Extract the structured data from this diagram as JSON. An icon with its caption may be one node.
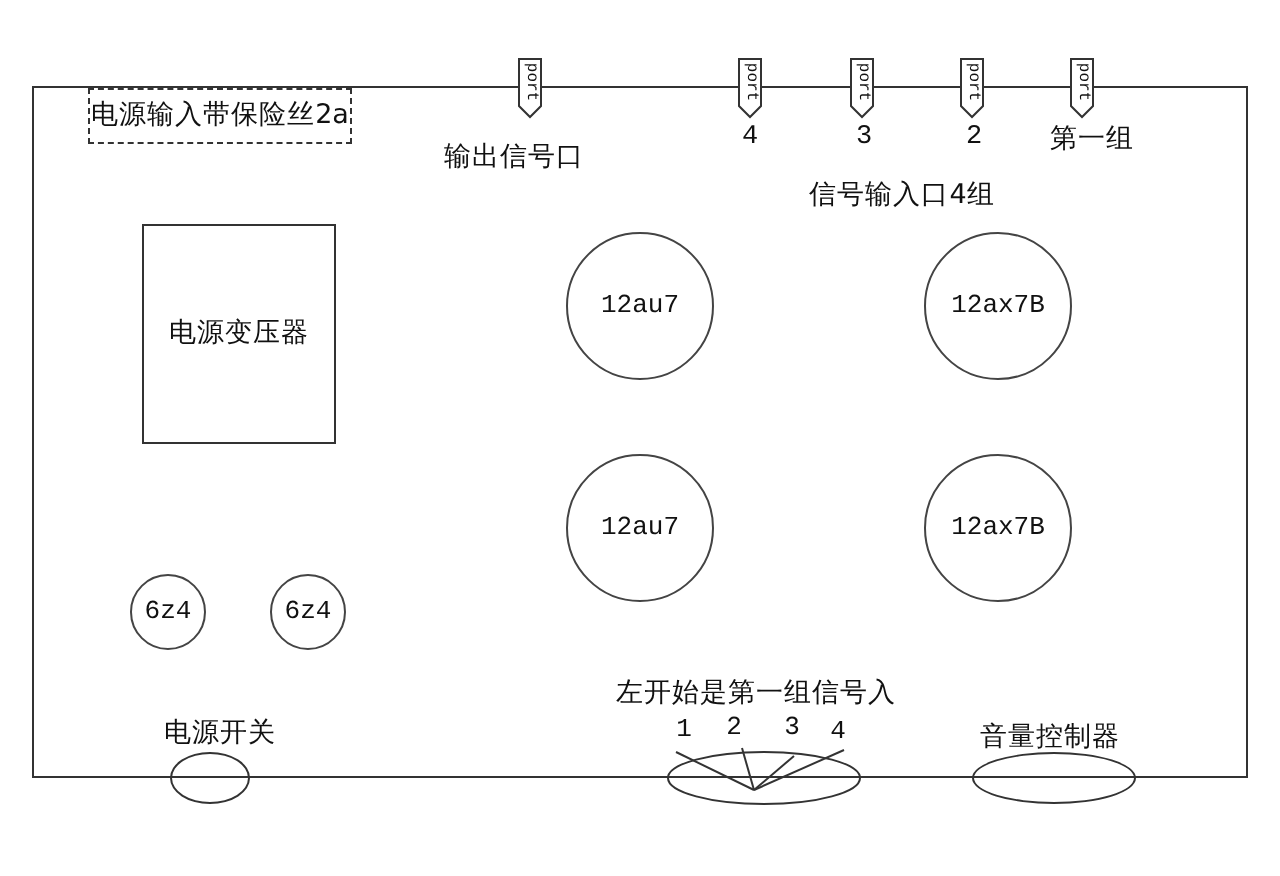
{
  "diagram": {
    "nodes": [
      {
        "text": [],
        "shape": "box"
      },
      {
        "text": [
          "电源输入带保险丝2a"
        ],
        "in": 0
      },
      {
        "text": [
          "port",
          "输出信号口"
        ]
      },
      {
        "text": [
          "port",
          "4"
        ]
      },
      {
        "text": [
          "port",
          "3"
        ]
      },
      {
        "text": [
          "port",
          "2"
        ]
      },
      {
        "text": [
          "port",
          "第一组"
        ]
      },
      {
        "text": [
          "电源变压器"
        ],
        "in": 0
      },
      {
        "text": [
          "12au7"
        ],
        "in": 0
      },
      {
        "text": [
          "12ax7B"
        ],
        "in": 0
      },
      {
        "text": [
          "12au7"
        ],
        "in": 0
      },
      {
        "text": [
          "12ax7B"
        ],
        "in": 0
      },
      {
        "text": [
          "6z4"
        ],
        "in": 0
      },
      {
        "text": [
          "6z4"
        ],
        "in": 0
      },
      {
        "text": [
          "电源开关"
        ],
        "in": 0
      },
      {
        "text": [
          "左开始是第一组信号入"
        ],
        "beside": [
          "1",
          "2",
          "3",
          "4"
        ],
        "in": 0
      },
      {
        "text": [
          "音量控制器"
        ],
        "in": 0
      }
    ],
    "labels": [
      "信号输入口4组"
    ]
  }
}
